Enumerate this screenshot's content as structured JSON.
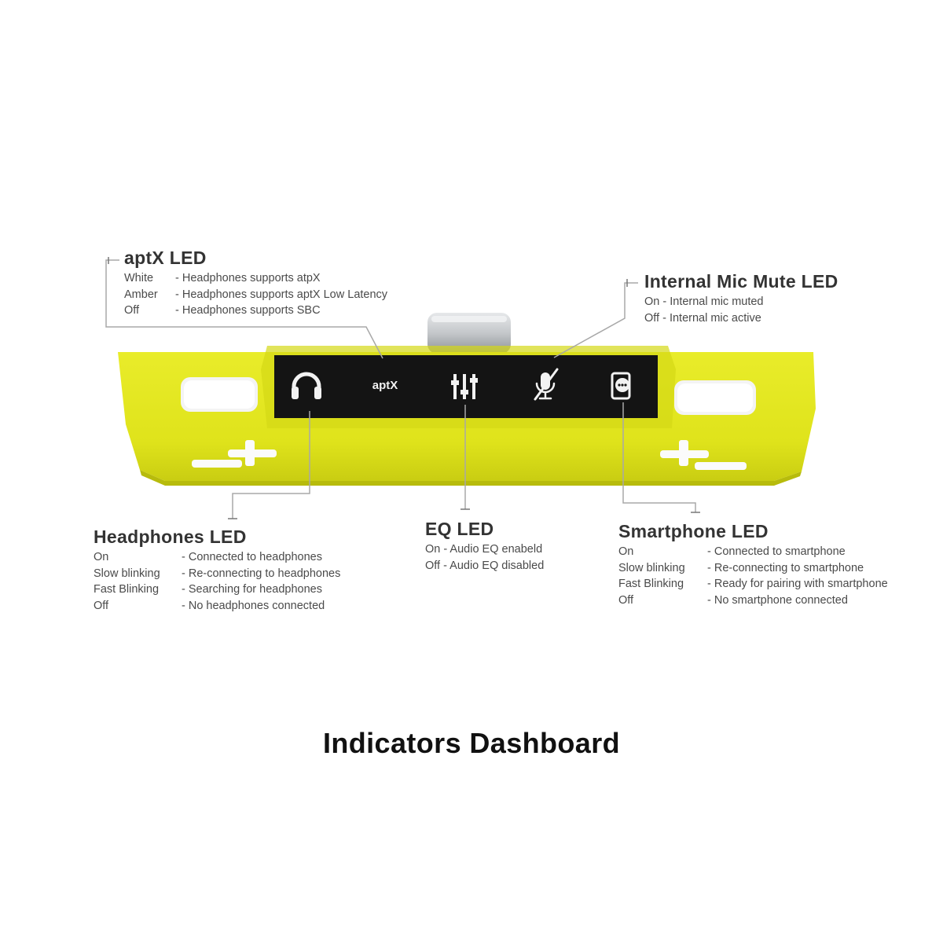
{
  "colors": {
    "device_body": "#e2e61d",
    "device_body_dark": "#c7cc10",
    "panel": "#141414",
    "connector": "#cfd2d4",
    "leader_line": "#a8a8a8",
    "icon": "#f2f2f2"
  },
  "device": {
    "panel_icons": [
      "headphones-icon",
      "aptx-logo",
      "equalizer-icon",
      "mic-mute-icon",
      "smartphone-icon"
    ],
    "aptx_logo_text": "aptX"
  },
  "callouts": {
    "aptx": {
      "title": "aptX LED",
      "rows": [
        {
          "state": "White",
          "desc": "- Headphones supports atpX"
        },
        {
          "state": "Amber",
          "desc": "- Headphones supports aptX Low Latency"
        },
        {
          "state": "Off",
          "desc": "- Headphones supports SBC"
        }
      ]
    },
    "mic": {
      "title": "Internal Mic Mute LED",
      "rows": [
        {
          "state": "On",
          "desc": " - Internal mic muted"
        },
        {
          "state": "Off",
          "desc": " - Internal mic active"
        }
      ]
    },
    "headphones": {
      "title": "Headphones LED",
      "rows": [
        {
          "state": "On",
          "desc": "- Connected to headphones"
        },
        {
          "state": "Slow blinking",
          "desc": "- Re-connecting to headphones"
        },
        {
          "state": "Fast Blinking",
          "desc": "- Searching for headphones"
        },
        {
          "state": "Off",
          "desc": "- No headphones connected"
        }
      ]
    },
    "eq": {
      "title": "EQ LED",
      "rows": [
        {
          "state": "On",
          "desc": " - Audio EQ enabeld"
        },
        {
          "state": "Off",
          "desc": " - Audio EQ disabled"
        }
      ]
    },
    "smartphone": {
      "title": "Smartphone LED",
      "rows": [
        {
          "state": "On",
          "desc": "- Connected to smartphone"
        },
        {
          "state": "Slow blinking",
          "desc": "- Re-connecting to smartphone"
        },
        {
          "state": "Fast Blinking",
          "desc": "- Ready for pairing with smartphone"
        },
        {
          "state": "Off",
          "desc": "- No smartphone connected"
        }
      ]
    }
  },
  "footer": {
    "title": "Indicators Dashboard"
  }
}
